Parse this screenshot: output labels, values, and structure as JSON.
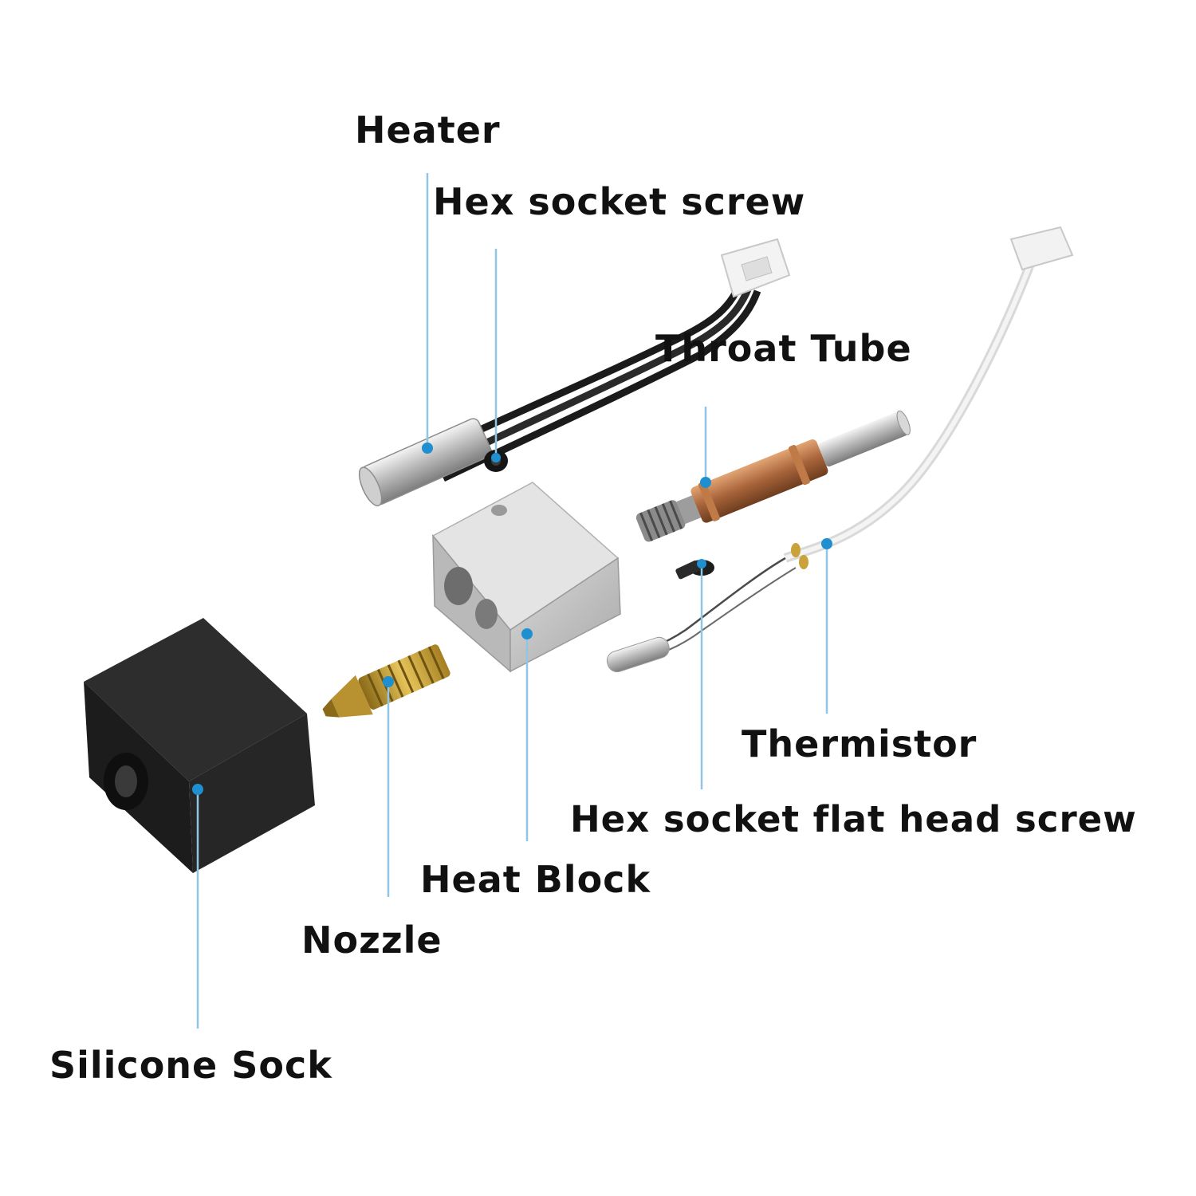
{
  "labels": {
    "heater": "Heater",
    "hex_socket_screw": "Hex socket screw",
    "throat_tube": "Throat Tube",
    "thermistor": "Thermistor",
    "hex_socket_flat_head_screw": "Hex socket flat head screw",
    "heat_block": "Heat Block",
    "nozzle": "Nozzle",
    "silicone_sock": "Silicone Sock"
  },
  "colors": {
    "background": "#ffffff",
    "leader_line": "#8fc6e6",
    "leader_dot": "#1f8fd0",
    "label_text": "#111111",
    "aluminum": "#c9c9c9",
    "brass": "#c9a23a",
    "copper": "#b0703e",
    "silicone": "#1f1f1f",
    "connector": "#f2f2f2"
  }
}
